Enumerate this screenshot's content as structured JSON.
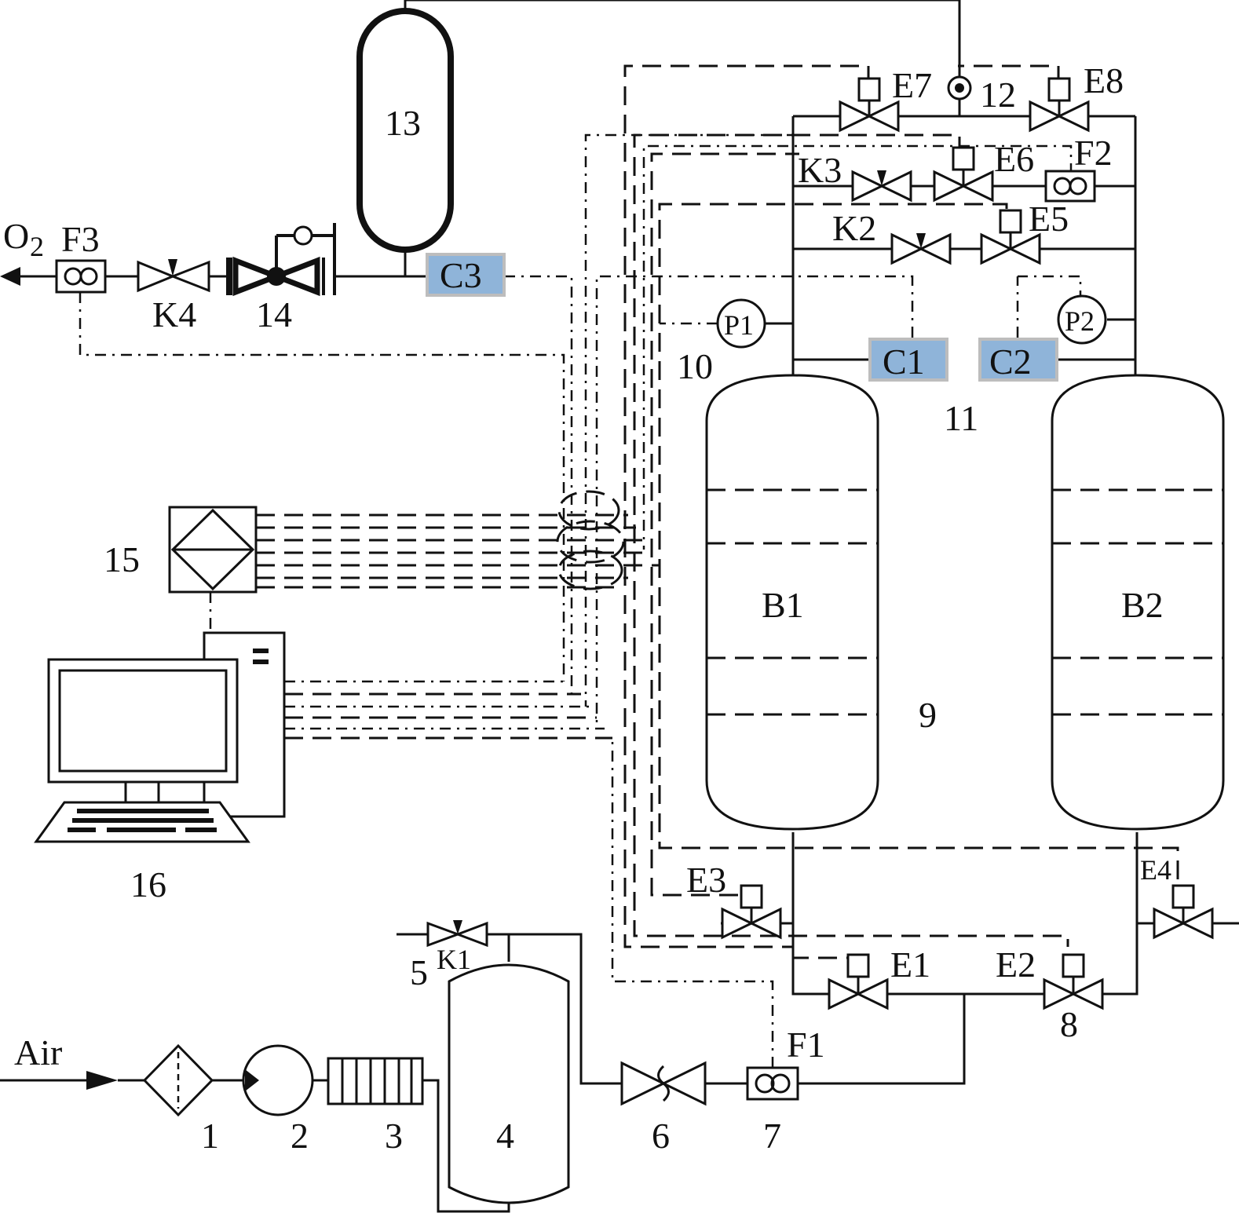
{
  "labels": {
    "air": "Air",
    "o2_main": "O",
    "o2_sub": "2",
    "f3": "F3",
    "k4": "K4",
    "c14": "14",
    "c13": "13",
    "c3": "C3",
    "e7": "E7",
    "c12": "12",
    "e8": "E8",
    "k3": "K3",
    "e6": "E6",
    "f2": "F2",
    "k2": "K2",
    "e5": "E5",
    "p1": "P1",
    "p2": "P2",
    "c10": "10",
    "c1": "C1",
    "c2": "C2",
    "c11": "11",
    "b1": "B1",
    "b2": "B2",
    "c9": "9",
    "c15": "15",
    "c16": "16",
    "e3": "E3",
    "e4": "E4",
    "e1": "E1",
    "e2": "E2",
    "c8": "8",
    "c5": "5",
    "k1": "K1",
    "f1": "F1",
    "c1n": "1",
    "c2n": "2",
    "c3n": "3",
    "c4n": "4",
    "c6n": "6",
    "c7n": "7"
  },
  "colors": {
    "line": "#111111",
    "sensor_fill": "#8fb4d9",
    "sensor_border": "#bdbdbd",
    "background": "#ffffff"
  }
}
